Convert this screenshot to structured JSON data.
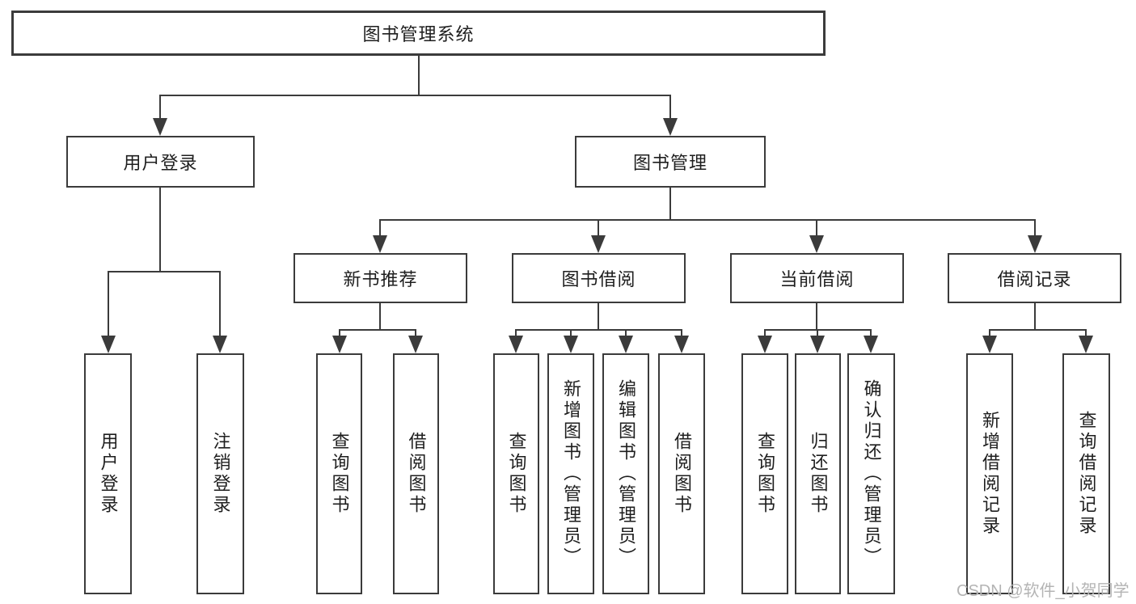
{
  "diagram": {
    "root_label": "图书管理系统",
    "level2": [
      "用户登录",
      "图书管理"
    ],
    "level3": [
      "新书推荐",
      "图书借阅",
      "当前借阅",
      "借阅记录"
    ],
    "leaves": [
      "用户登录",
      "注销登录",
      "查询图书",
      "借阅图书",
      "查询图书",
      "新增图书（管理员）",
      "编辑图书（管理员）",
      "借阅图书",
      "查询图书",
      "归还图书",
      "确认归还（管理员）",
      "新增借阅记录",
      "查询借阅记录"
    ]
  },
  "watermark": {
    "text": "CSDN @软件_小贺同学"
  },
  "colors": {
    "line": "#3b3b3b",
    "text": "#1e1e1e",
    "background": "#ffffff",
    "watermark": "#b4b4b4"
  }
}
